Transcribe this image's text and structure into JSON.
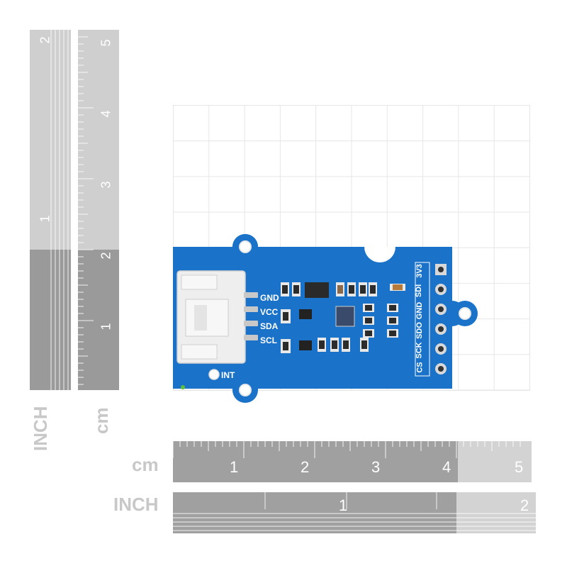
{
  "rulers": {
    "left_inch": {
      "unit_label": "INCH",
      "numbers": [
        "2",
        "1"
      ]
    },
    "left_cm": {
      "unit_label": "cm",
      "numbers": [
        "5",
        "4",
        "3",
        "2",
        "1"
      ]
    },
    "bottom_cm": {
      "unit_label": "cm",
      "numbers": [
        "1",
        "2",
        "3",
        "4",
        "5"
      ]
    },
    "bottom_inch": {
      "unit_label": "INCH",
      "numbers": [
        "1",
        "2"
      ]
    }
  },
  "board": {
    "pins_left": [
      "GND",
      "VCC",
      "SDA",
      "SCL"
    ],
    "int_label": "INT",
    "pins_right": [
      "3V3",
      "SDI",
      "GND",
      "SDO",
      "SCK",
      "CS"
    ],
    "colors": {
      "pcb": "#1a73c8",
      "connector": "#efefef"
    }
  }
}
